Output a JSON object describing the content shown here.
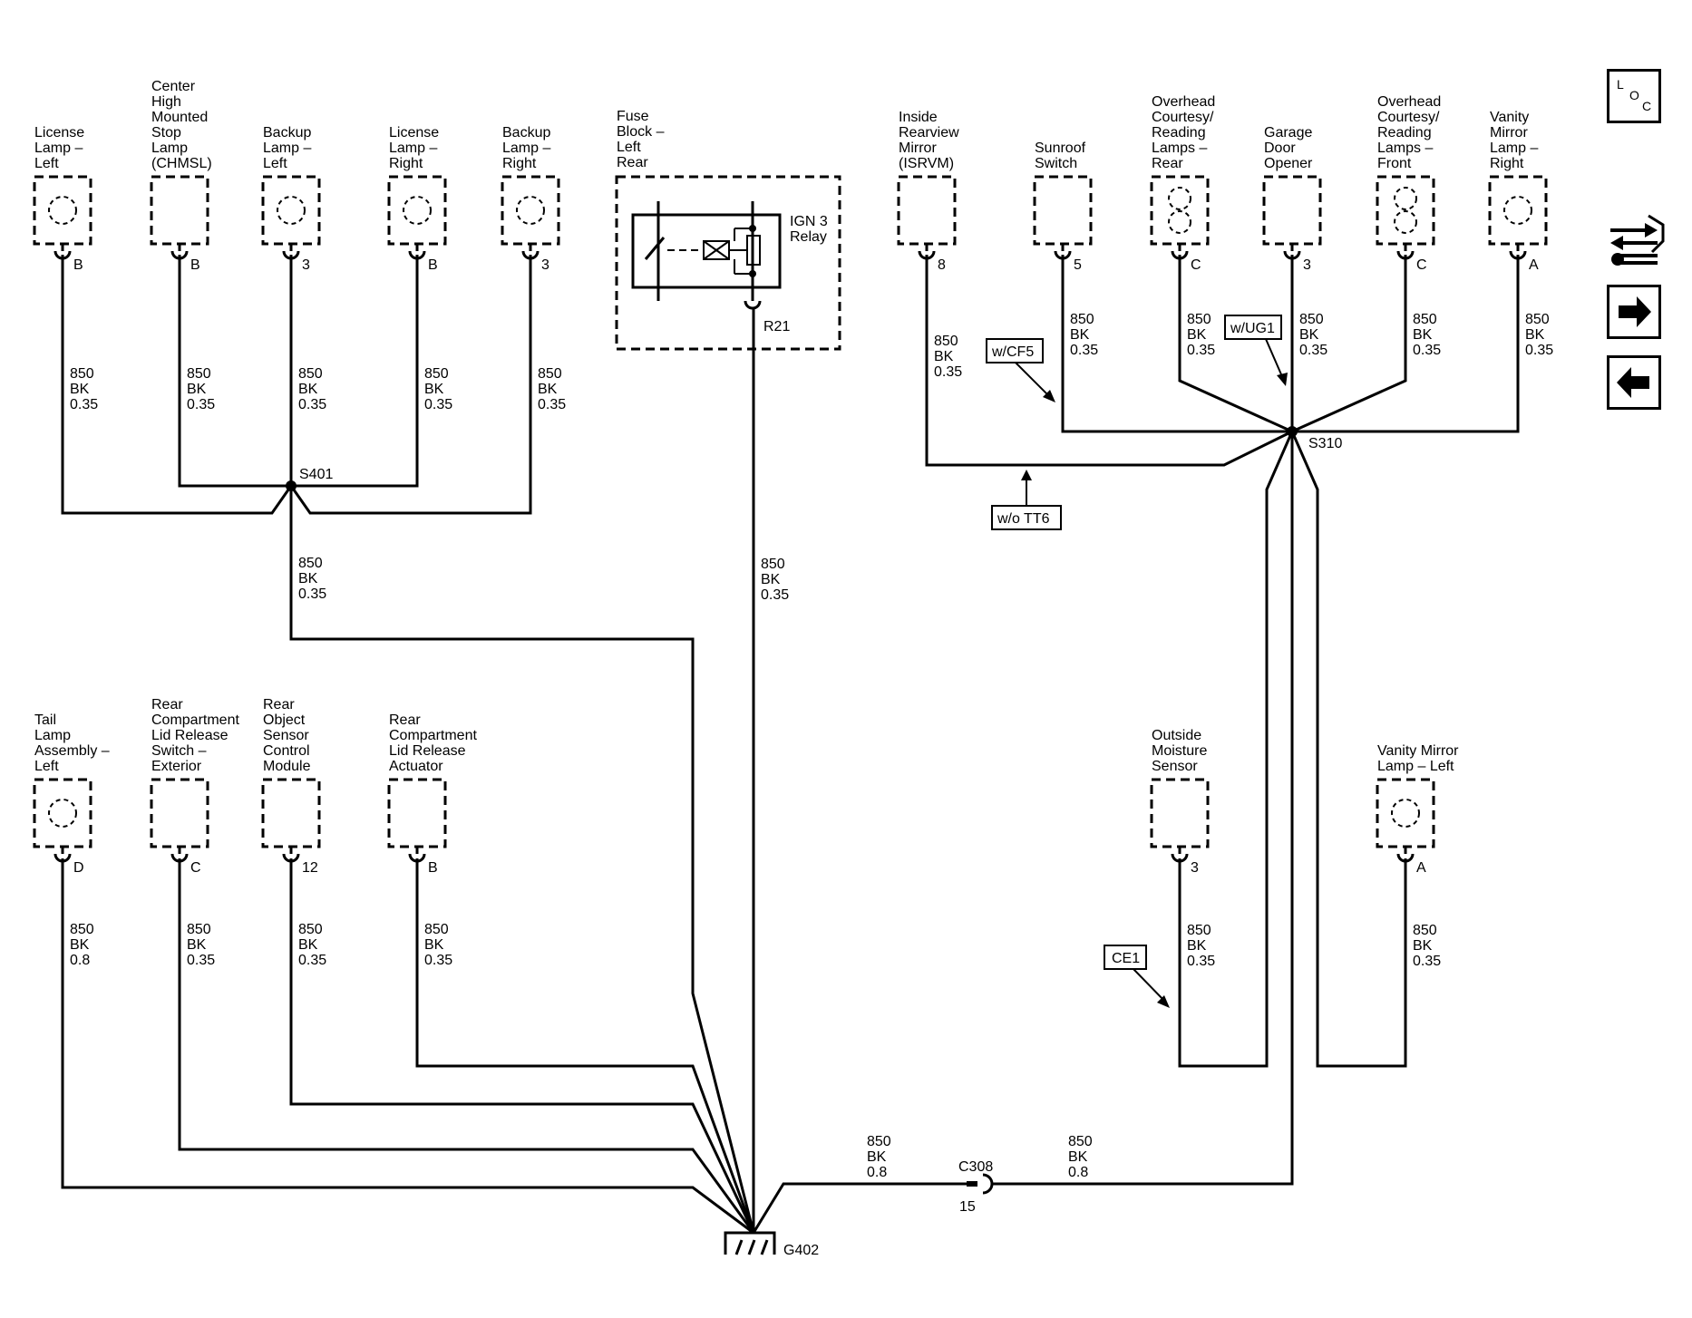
{
  "wire": {
    "circuit": "850",
    "color": "BK",
    "gauge_035": "0.35",
    "gauge_08": "0.8"
  },
  "components": [
    {
      "id": "license-lamp-left",
      "lines": [
        "License",
        "Lamp –",
        "Left"
      ],
      "pin": "B"
    },
    {
      "id": "chmsl",
      "lines": [
        "Center",
        "High",
        "Mounted",
        "Stop",
        "Lamp",
        "(CHMSL)"
      ],
      "pin": "B"
    },
    {
      "id": "backup-lamp-left",
      "lines": [
        "Backup",
        "Lamp –",
        "Left"
      ],
      "pin": "3"
    },
    {
      "id": "license-lamp-right",
      "lines": [
        "License",
        "Lamp –",
        "Right"
      ],
      "pin": "B"
    },
    {
      "id": "backup-lamp-right",
      "lines": [
        "Backup",
        "Lamp –",
        "Right"
      ],
      "pin": "3"
    },
    {
      "id": "isrvm",
      "lines": [
        "Inside",
        "Rearview",
        "Mirror",
        "(ISRVM)"
      ],
      "pin": "8"
    },
    {
      "id": "sunroof-switch",
      "lines": [
        "Sunroof",
        "Switch"
      ],
      "pin": "5"
    },
    {
      "id": "overhead-rear",
      "lines": [
        "Overhead",
        "Courtesy/",
        "Reading",
        "Lamps –",
        "Rear"
      ],
      "pin": "C"
    },
    {
      "id": "garage-door-opener",
      "lines": [
        "Garage",
        "Door",
        "Opener"
      ],
      "pin": "3"
    },
    {
      "id": "overhead-front",
      "lines": [
        "Overhead",
        "Courtesy/",
        "Reading",
        "Lamps –",
        "Front"
      ],
      "pin": "C"
    },
    {
      "id": "vanity-mirror-right",
      "lines": [
        "Vanity",
        "Mirror",
        "Lamp –",
        "Right"
      ],
      "pin": "A"
    },
    {
      "id": "tail-lamp-left",
      "lines": [
        "Tail",
        "Lamp",
        "Assembly –",
        "Left"
      ],
      "pin": "D"
    },
    {
      "id": "lid-release-switch",
      "lines": [
        "Rear",
        "Compartment",
        "Lid Release",
        "Switch –",
        "Exterior"
      ],
      "pin": "C"
    },
    {
      "id": "rear-object-sensor",
      "lines": [
        "Rear",
        "Object",
        "Sensor",
        "Control",
        "Module"
      ],
      "pin": "12"
    },
    {
      "id": "lid-release-actuator",
      "lines": [
        "Rear",
        "Compartment",
        "Lid Release",
        "Actuator"
      ],
      "pin": "B"
    },
    {
      "id": "outside-moisture-sensor",
      "lines": [
        "Outside",
        "Moisture",
        "Sensor"
      ],
      "pin": "3"
    },
    {
      "id": "vanity-mirror-left",
      "lines": [
        "Vanity Mirror",
        "Lamp – Left"
      ],
      "pin": "A"
    }
  ],
  "fuse_block": {
    "lines": [
      "Fuse",
      "Block –",
      "Left",
      "Rear"
    ],
    "relay": [
      "IGN 3",
      "Relay"
    ],
    "terminal": "R21"
  },
  "splices": {
    "s401": "S401",
    "s310": "S310"
  },
  "connector": {
    "name": "C308",
    "pin": "15"
  },
  "ground": "G402",
  "options": {
    "cf5": "w/CF5",
    "ug1": "w/UG1",
    "tt6": "w/o TT6",
    "ce1": "CE1"
  },
  "nav": {
    "loc_letters": [
      "L",
      "O",
      "C"
    ]
  }
}
